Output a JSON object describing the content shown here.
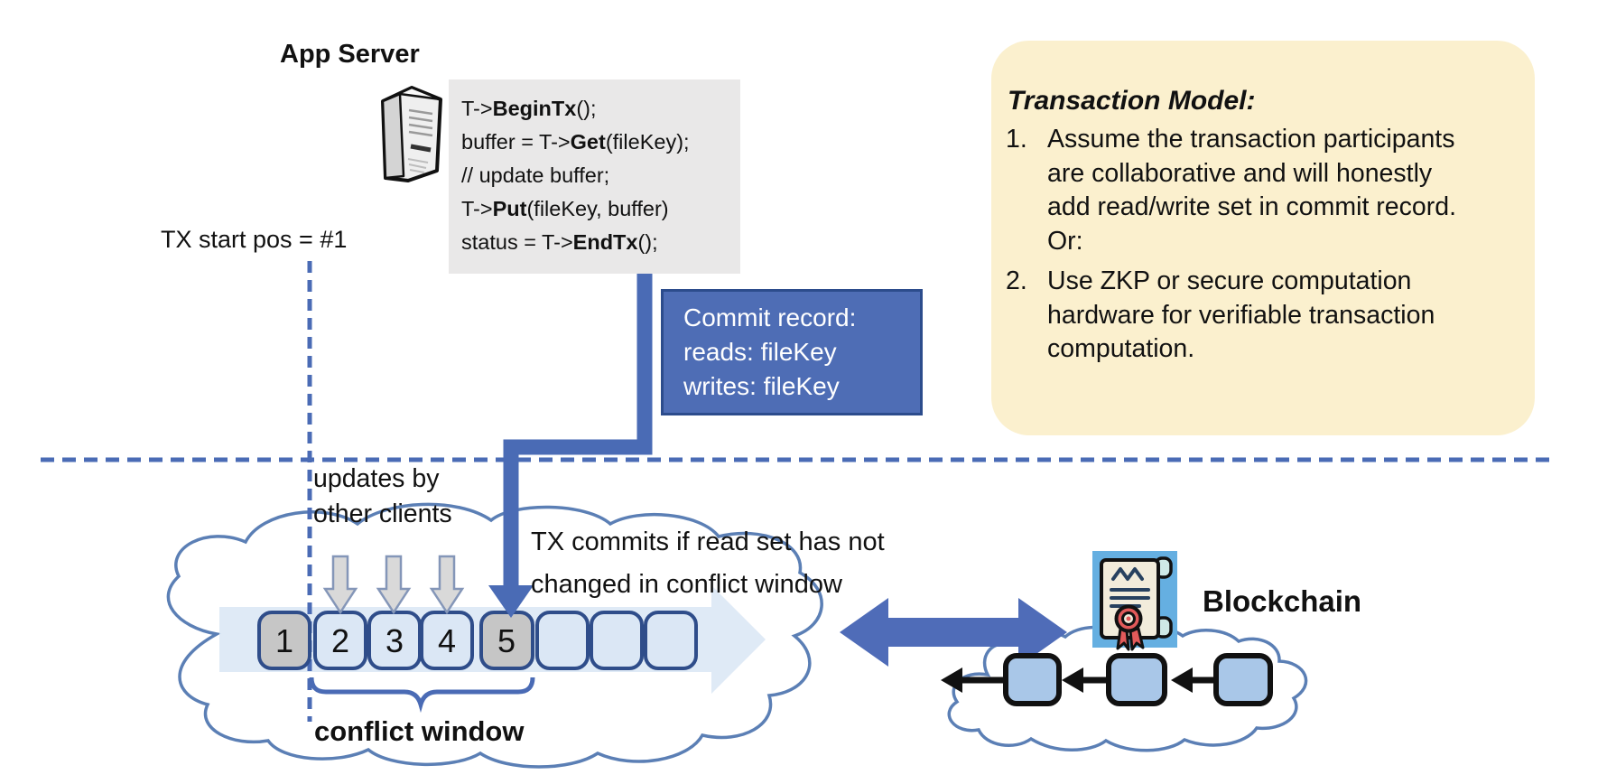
{
  "colors": {
    "accent_blue": "#4A6BB5",
    "commit_fill": "#4E6DB5",
    "commit_border": "#2C4C8C",
    "note_bg": "#FBF0CE",
    "code_bg": "#E9E8E8",
    "box_border": "#2F4D8A",
    "box_blue": "#DBE7F5",
    "box_gray": "#C6C6C6",
    "band_blue": "#D9E6F5",
    "cloud_stroke": "#5B7FB5",
    "block_fill": "#A9C7E8",
    "icon_bg": "#65AFE1",
    "seal_red": "#E25A5A"
  },
  "app_server": {
    "title": "App Server"
  },
  "code": {
    "lines": [
      {
        "pre": "T->",
        "bold": "BeginTx",
        "post": "();"
      },
      {
        "pre": "buffer = T->",
        "bold": "Get",
        "post": "(fileKey);"
      },
      {
        "pre": "// update buffer;",
        "bold": "",
        "post": ""
      },
      {
        "pre": "T->",
        "bold": "Put",
        "post": "(fileKey, buffer)"
      },
      {
        "pre": "status = T->",
        "bold": "EndTx",
        "post": "();"
      }
    ]
  },
  "tx_start_label": "TX start pos = #1",
  "commit_record": {
    "title": "Commit record:",
    "reads": "reads: fileKey",
    "writes": "writes: fileKey"
  },
  "transaction_model": {
    "title": "Transaction Model:",
    "items": [
      {
        "num": "1.",
        "text": "Assume the transaction participants are collaborative and will honestly add read/write set in commit record.  Or:"
      },
      {
        "num": "2.",
        "text": "Use ZKP or secure computation hardware for verifiable transaction computation."
      }
    ]
  },
  "timeline": {
    "updates_label": "updates by\nother clients",
    "commit_note": "TX commits if read set has not changed in conflict window",
    "conflict_window_label": "conflict window",
    "boxes": [
      {
        "label": "1",
        "color": "#C6C6C6"
      },
      {
        "label": "2",
        "color": "#DBE7F5"
      },
      {
        "label": "3",
        "color": "#DBE7F5"
      },
      {
        "label": "4",
        "color": "#DBE7F5"
      },
      {
        "label": "5",
        "color": "#C6C6C6"
      },
      {
        "label": "",
        "color": "#DBE7F5"
      },
      {
        "label": "",
        "color": "#DBE7F5"
      },
      {
        "label": "",
        "color": "#DBE7F5"
      }
    ]
  },
  "blockchain": {
    "label": "Blockchain"
  }
}
